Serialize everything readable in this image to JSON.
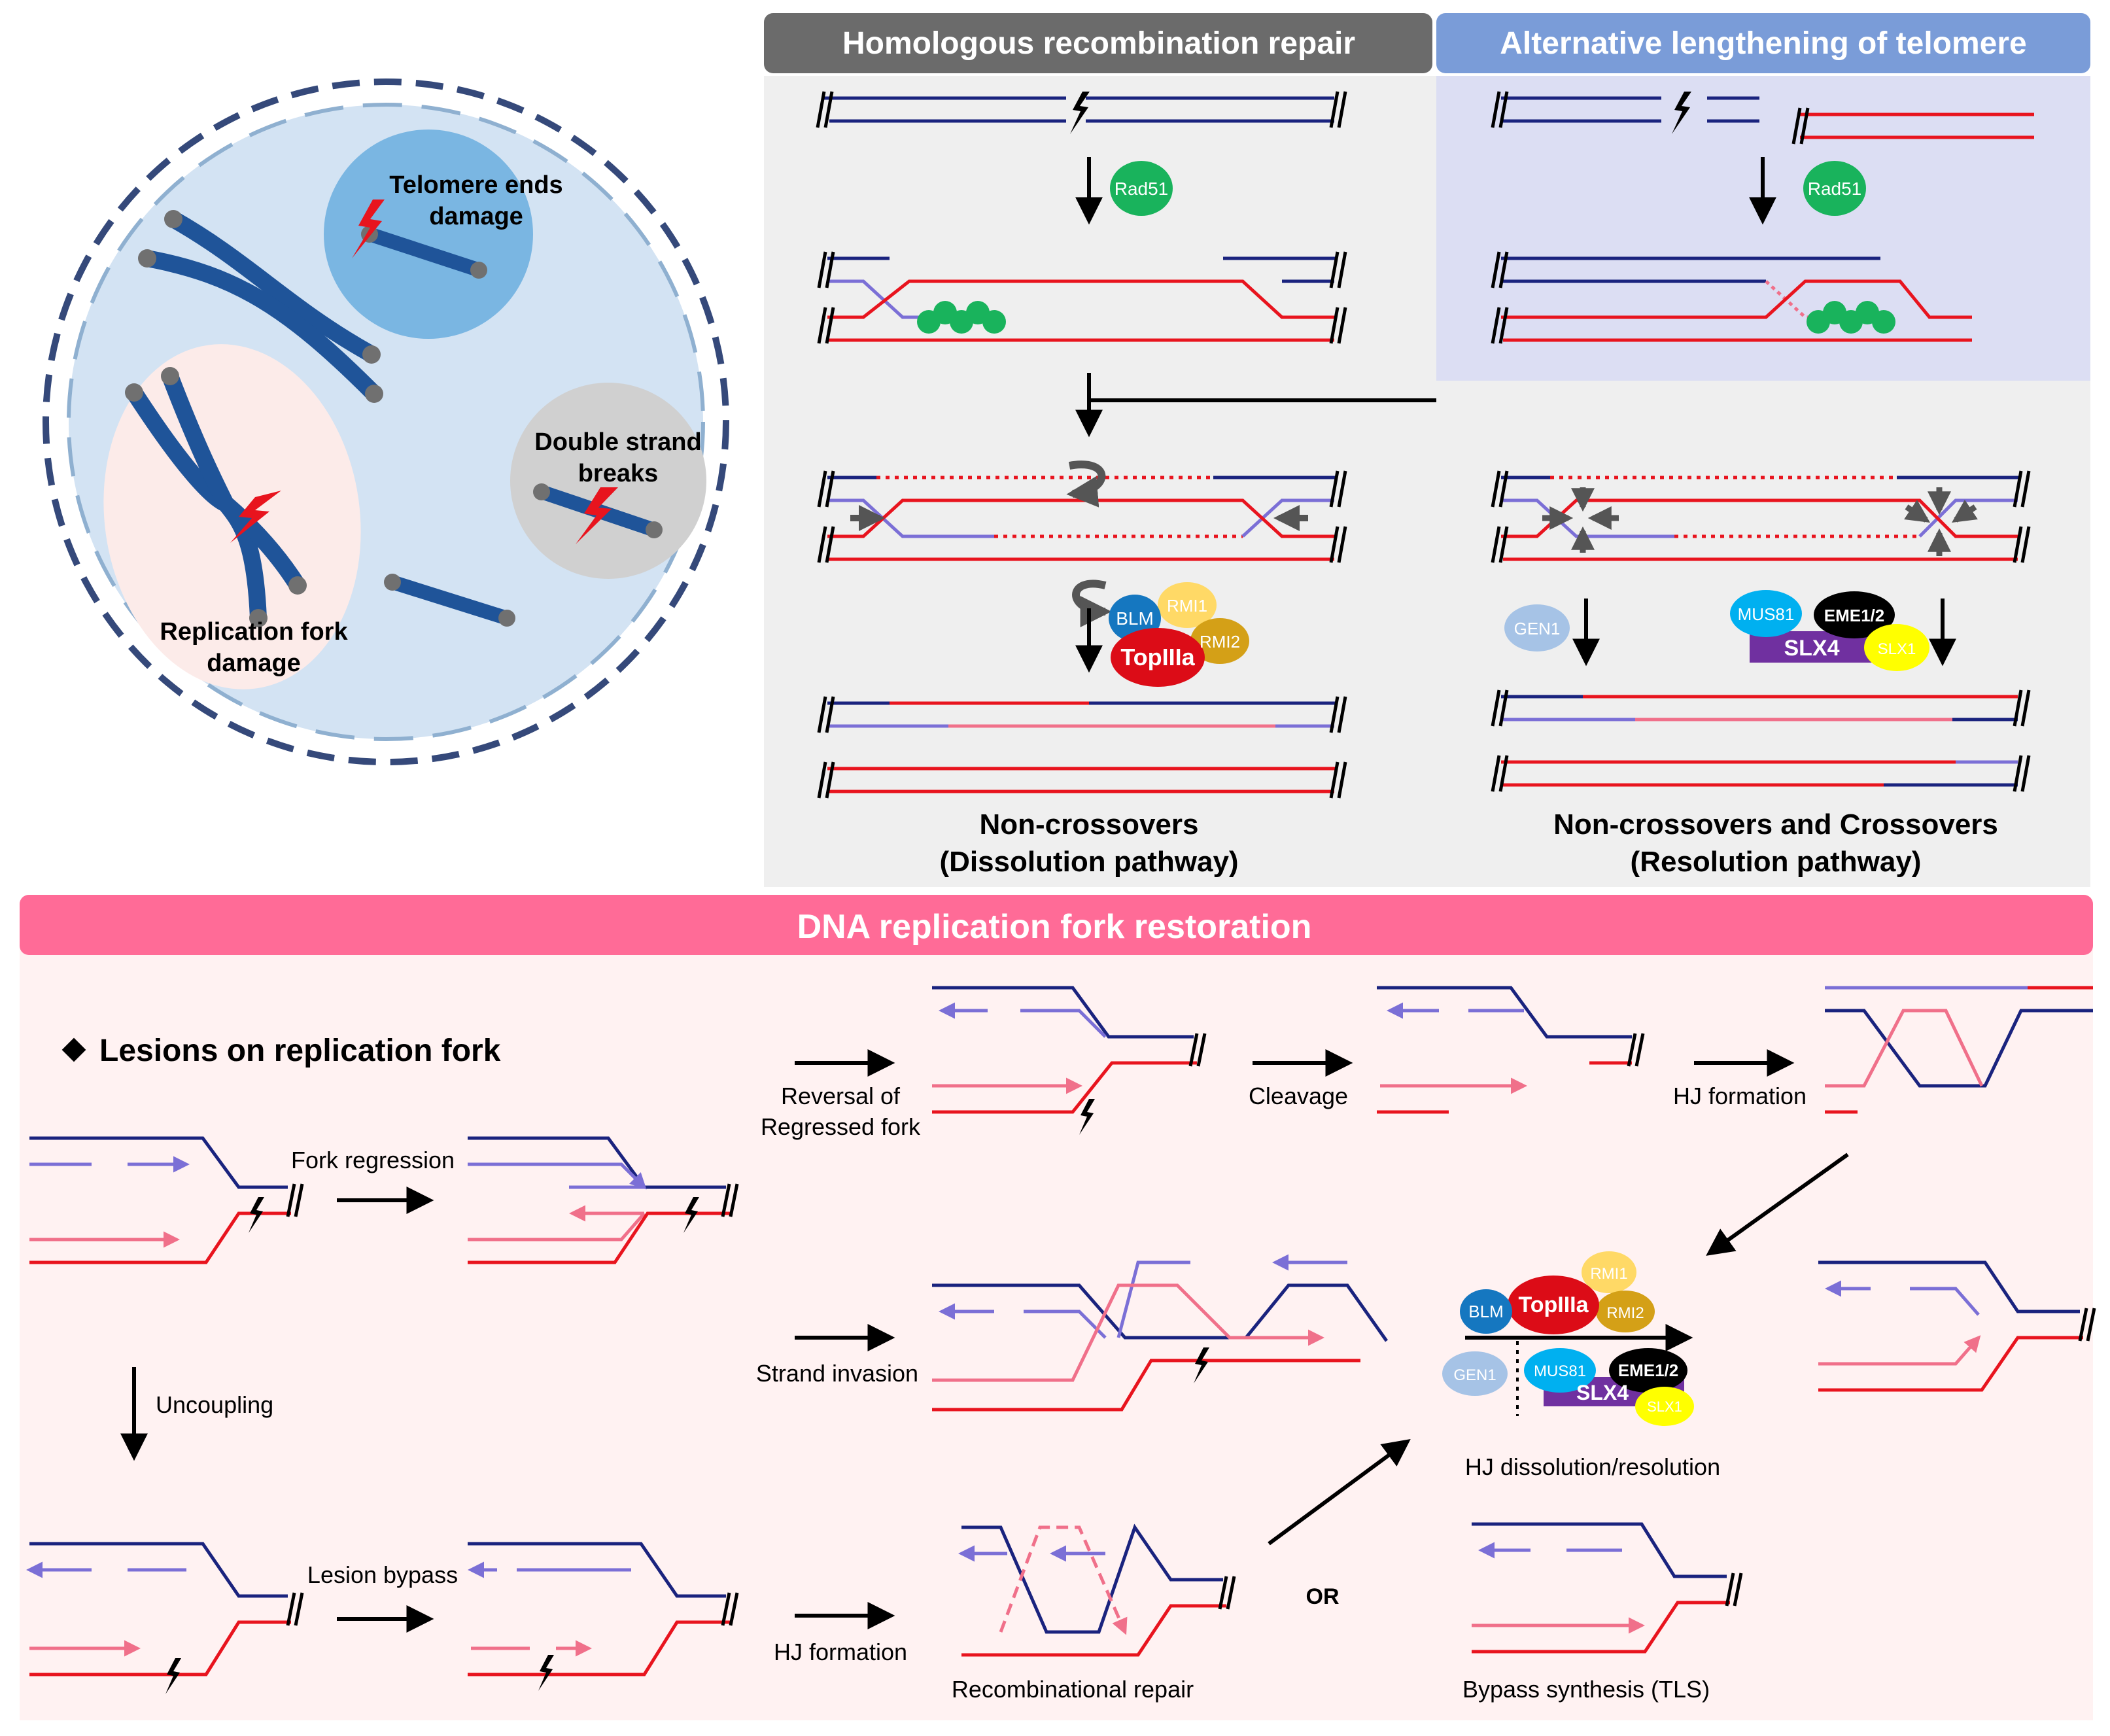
{
  "cell": {
    "telomere": [
      "Telomere ends",
      "damage"
    ],
    "dsb": [
      "Double strand",
      "breaks"
    ],
    "fork": [
      "Replication fork",
      "damage"
    ]
  },
  "hr": {
    "header": "Homologous recombination repair",
    "rad51": "Rad51",
    "proteins": {
      "blm": "BLM",
      "rmi1": "RMI1",
      "rmi2": "RMI2",
      "top": "TopIIIa"
    },
    "outcome": [
      "Non-crossovers",
      "(Dissolution pathway)"
    ]
  },
  "alt": {
    "header": "Alternative lengthening of telomere",
    "rad51": "Rad51",
    "proteins": {
      "gen1": "GEN1",
      "mus81": "MUS81",
      "eme": "EME1/2",
      "slx4": "SLX4",
      "slx1": "SLX1"
    },
    "outcome": [
      "Non-crossovers and Crossovers",
      "(Resolution pathway)"
    ]
  },
  "fork": {
    "banner": "DNA replication fork restoration",
    "title": "Lesions on replication fork",
    "steps": {
      "regression": "Fork regression",
      "reversal": [
        "Reversal of",
        "Regressed fork"
      ],
      "cleavage": "Cleavage",
      "hj1": "HJ formation",
      "invasion": "Strand invasion",
      "uncoupling": "Uncoupling",
      "bypass": "Lesion bypass",
      "hj2": "HJ formation",
      "or": "OR"
    },
    "results": {
      "recomb": "Recombinational repair",
      "tls": "Bypass synthesis (TLS)",
      "hjdr": "HJ dissolution/resolution"
    },
    "proteins": {
      "blm": "BLM",
      "top": "TopIIIa",
      "rmi1": "RMI1",
      "rmi2": "RMI2",
      "gen1": "GEN1",
      "mus81": "MUS81",
      "eme": "EME1/2",
      "slx4": "SLX4",
      "slx1": "SLX1"
    }
  },
  "colors": {
    "navy": "#1a237e",
    "red": "#e8141e",
    "lightblue": "#7b6fd6",
    "pink": "#f0708a",
    "hrHeader": "#6b6b6b",
    "altHeader": "#7a9cd8",
    "banner": "#ff6b97"
  }
}
